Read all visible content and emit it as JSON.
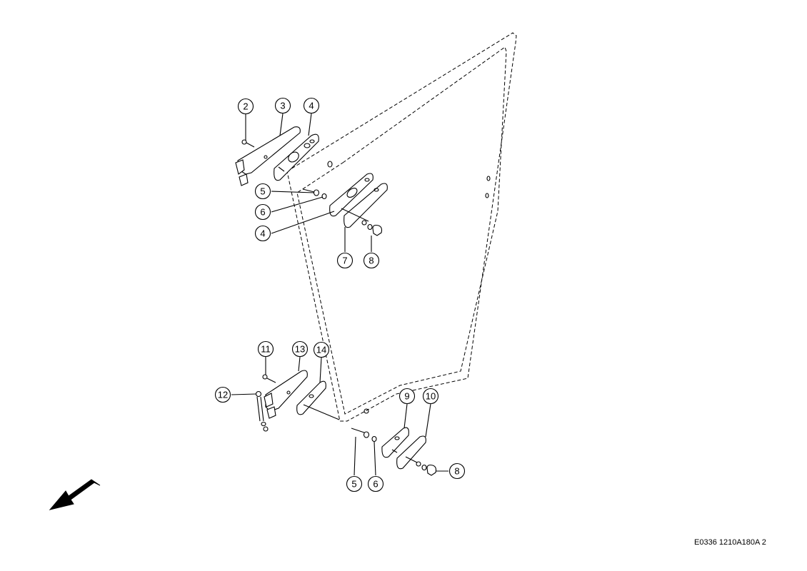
{
  "drawing_code": "E0336 1210A180A 2",
  "callouts": {
    "c2": "2",
    "c3": "3",
    "c4a": "4",
    "c5a": "5",
    "c6a": "6",
    "c4b": "4",
    "c7": "7",
    "c8a": "8",
    "c11": "11",
    "c13": "13",
    "c14": "14",
    "c12": "12",
    "c9": "9",
    "c10": "10",
    "c5b": "5",
    "c6b": "6",
    "c8b": "8"
  },
  "direction_arrow_icon": "front-direction-arrow-icon"
}
